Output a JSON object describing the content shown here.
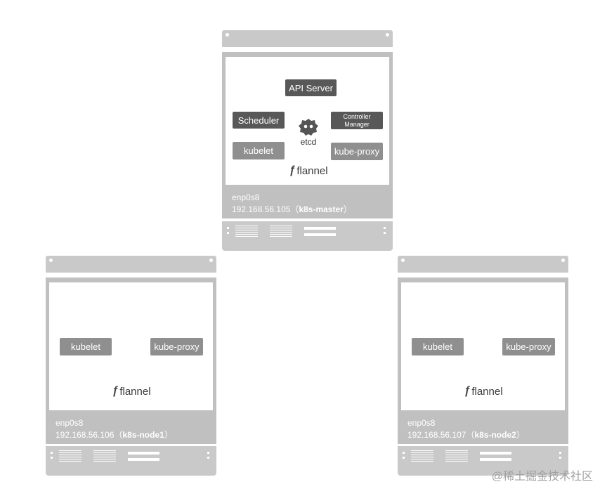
{
  "master": {
    "components": {
      "api_server": "API Server",
      "scheduler": "Scheduler",
      "controller_manager_line1": "Controller",
      "controller_manager_line2": "Manager",
      "kubelet": "kubelet",
      "kube_proxy": "kube-proxy",
      "etcd": "etcd",
      "flannel": "flannel"
    },
    "iface": "enp0s8",
    "ip": "192.168.56.105",
    "hostname": "k8s-master"
  },
  "node1": {
    "components": {
      "kubelet": "kubelet",
      "kube_proxy": "kube-proxy",
      "flannel": "flannel"
    },
    "iface": "enp0s8",
    "ip": "192.168.56.106",
    "hostname": "k8s-node1"
  },
  "node2": {
    "components": {
      "kubelet": "kubelet",
      "kube_proxy": "kube-proxy",
      "flannel": "flannel"
    },
    "iface": "enp0s8",
    "ip": "192.168.56.107",
    "hostname": "k8s-node2"
  },
  "watermark": "@稀土掘金技术社区",
  "colors": {
    "frame": "#c9c9c9",
    "body": "#c0c0c0",
    "dark_component": "#585858",
    "light_component": "#8f8f8f"
  }
}
